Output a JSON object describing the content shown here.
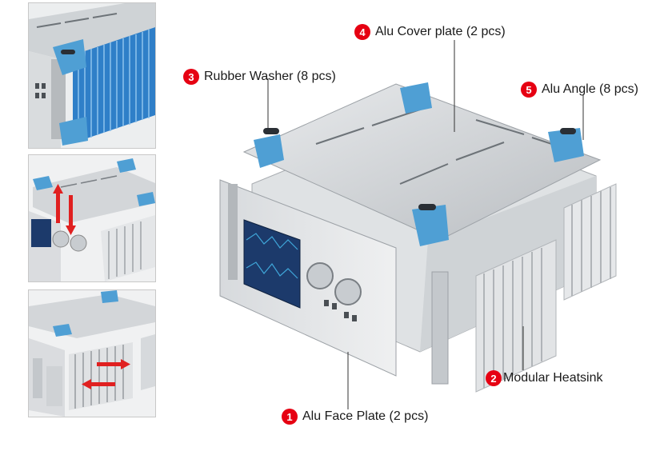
{
  "callouts": [
    {
      "number": "1",
      "label": "Alu Face Plate (2 pcs)"
    },
    {
      "number": "2",
      "label": "Modular Heatsink"
    },
    {
      "number": "3",
      "label": "Rubber Washer (8 pcs)"
    },
    {
      "number": "4",
      "label": "Alu Cover plate (2 pcs)"
    },
    {
      "number": "5",
      "label": "Alu Angle (8 pcs)"
    }
  ],
  "colors": {
    "badge": "#e60012",
    "aluminum": "#c9cdd1",
    "angle_blue": "#4f9fd4",
    "heatsink_blue": "#2f7fc8",
    "arrow_red": "#e02020"
  }
}
